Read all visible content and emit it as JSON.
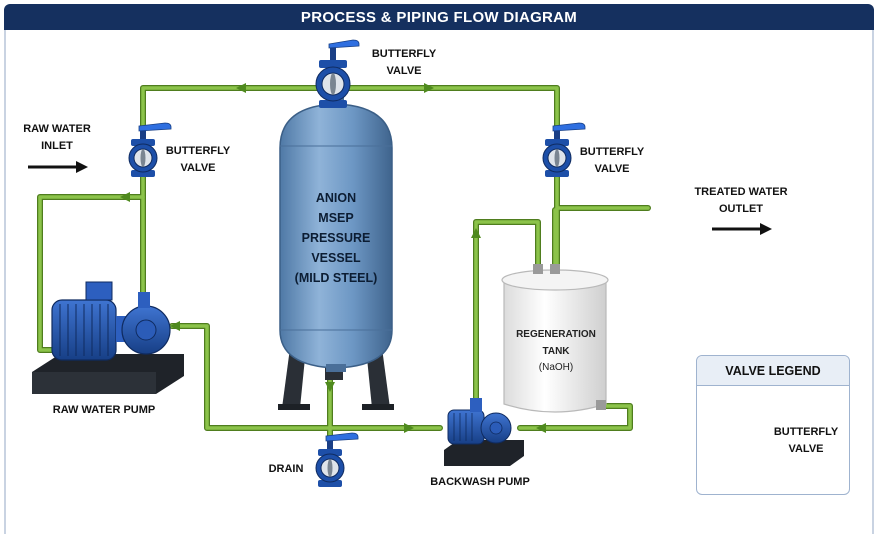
{
  "title": "PROCESS & PIPING FLOW DIAGRAM",
  "vessel": {
    "label_lines": [
      "ANION",
      "MSEP",
      "PRESSURE",
      "VESSEL",
      "(MILD STEEL)"
    ]
  },
  "tank": {
    "label_lines": [
      "REGENERATION",
      "TANK"
    ],
    "chemical": "(NaOH)"
  },
  "labels": {
    "raw_water_inlet": "RAW WATER\nINLET",
    "treated_water_outlet": "TREATED WATER\nOUTLET",
    "butterfly_valve_top": "BUTTERFLY\nVALVE",
    "butterfly_valve_left": "BUTTERFLY\nVALVE",
    "butterfly_valve_right": "BUTTERFLY\nVALVE",
    "raw_water_pump": "RAW WATER PUMP",
    "backwash_pump": "BACKWASH PUMP",
    "drain": "DRAIN"
  },
  "legend": {
    "title": "VALVE LEGEND",
    "items": [
      {
        "icon": "butterfly-valve-icon",
        "label": "BUTTERFLY\nVALVE"
      }
    ]
  },
  "colors": {
    "pipe": "#7fb33a",
    "pipe_dark": "#4f7d1e",
    "vessel": "#6a95c2",
    "valve_body": "#1d4fa8",
    "title_bar": "#15305f",
    "pump": "#1d4fa8"
  }
}
